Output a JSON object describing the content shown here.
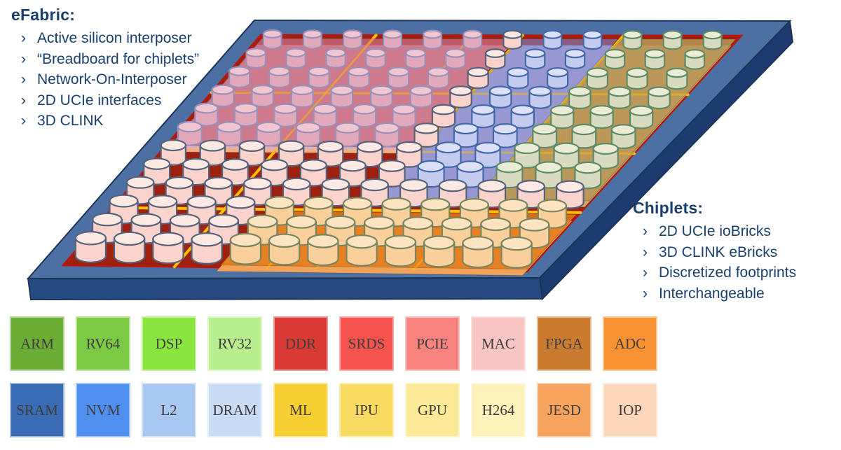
{
  "efabric": {
    "heading": "eFabric:",
    "bullet_char": "›",
    "items": [
      "Active silicon interposer",
      "“Breadboard for chiplets”",
      "Network-On-Interposer",
      "2D UCIe interfaces",
      "3D CLINK"
    ],
    "text_color": "#1A3F6C"
  },
  "chiplets": {
    "heading": "Chiplets:",
    "bullet_char": "›",
    "items": [
      "2D UCIe ioBricks",
      "3D CLINK eBricks",
      "Discretized footprints",
      "Interchangeable"
    ],
    "text_color": "#1A3F6C"
  },
  "board": {
    "outer_quad": [
      [
        363,
        29
      ],
      [
        1127,
        30
      ],
      [
        770,
        397
      ],
      [
        40,
        398
      ]
    ],
    "inner_quad": [
      [
        372,
        50
      ],
      [
        1058,
        51
      ],
      [
        752,
        388
      ],
      [
        90,
        379
      ]
    ],
    "thickness_offset": [
      4,
      30
    ],
    "colors": {
      "plate_top": "#4C70A4",
      "plate_front": "#254A82",
      "plate_right": "#1D3B6E",
      "plate_outline": "#1C3557",
      "interposer_surface": "#9E200F",
      "interposer_edge": "#BE1405",
      "grid_line": "#FFC000"
    },
    "grid": {
      "verticals": [
        0.24,
        0.44,
        0.545,
        0.755
      ],
      "horizontals": [
        0.25,
        0.5,
        0.75
      ]
    },
    "slabs": [
      {
        "name": "region-pink",
        "u": [
          0.008,
          0.535
        ],
        "v": [
          0.015,
          0.48
        ],
        "fill": "rgba(198,106,128,0.78)",
        "edge": "#E6ADB8",
        "bump": {
          "body": "#E2A9BC",
          "top": "#EFC6D2",
          "stroke": "#9B90B8"
        }
      },
      {
        "name": "region-blue",
        "u": [
          0.545,
          0.75
        ],
        "v": [
          0.015,
          0.7
        ],
        "fill": "rgba(130,135,205,0.6)",
        "edge": "#B7B1D6",
        "bump": {
          "body": "#C3CBEE",
          "top": "#DCE1F8",
          "stroke": "#4368A8"
        }
      },
      {
        "name": "region-tan",
        "u": [
          0.755,
          0.995
        ],
        "v": [
          0.015,
          0.7
        ],
        "fill": "rgba(184,148,88,0.88)",
        "edge": "#CBA96C",
        "bump": {
          "body": "#D8DBBD",
          "top": "#EAECD6",
          "stroke": "#5F8A68"
        }
      },
      {
        "name": "region-orange",
        "u": [
          0.335,
          0.995
        ],
        "v": [
          0.758,
          0.99
        ],
        "fill": "rgba(228,122,22,0.85)",
        "edge": "#F0A258",
        "bump": {
          "body": "#F9CF9C",
          "top": "#FCE3C2",
          "stroke": "#7A8560"
        }
      }
    ],
    "bumps": {
      "cols": 12,
      "rows": 12,
      "bare": {
        "body": "#FAD3CC",
        "top": "#FCE9E4",
        "stroke": "#56627A"
      }
    }
  },
  "legend": {
    "label_color": "#423C3C",
    "rows": [
      [
        {
          "label": "ARM",
          "color": "#6BAD35"
        },
        {
          "label": "RV64",
          "color": "#7CC943"
        },
        {
          "label": "DSP",
          "color": "#8BE53F"
        },
        {
          "label": "RV32",
          "color": "#B9EE8E"
        },
        {
          "label": "DDR",
          "color": "#D93B34"
        },
        {
          "label": "SRDS",
          "color": "#F5534D"
        },
        {
          "label": "PCIE",
          "color": "#F6837D"
        },
        {
          "label": "MAC",
          "color": "#F9C5C3"
        },
        {
          "label": "FPGA",
          "color": "#CA7B30"
        },
        {
          "label": "ADC",
          "color": "#F79232"
        }
      ],
      [
        {
          "label": "SRAM",
          "color": "#3A6CB5"
        },
        {
          "label": "NVM",
          "color": "#4E8FF0"
        },
        {
          "label": "L2",
          "color": "#A9C8F1"
        },
        {
          "label": "DRAM",
          "color": "#C7DBF5"
        },
        {
          "label": "ML",
          "color": "#F5CF32"
        },
        {
          "label": "IPU",
          "color": "#F8DB60"
        },
        {
          "label": "GPU",
          "color": "#FBE997"
        },
        {
          "label": "H264",
          "color": "#FCF2BA"
        },
        {
          "label": "JESD",
          "color": "#F6A35E"
        },
        {
          "label": "IOP",
          "color": "#FBD6BA"
        }
      ]
    ]
  }
}
